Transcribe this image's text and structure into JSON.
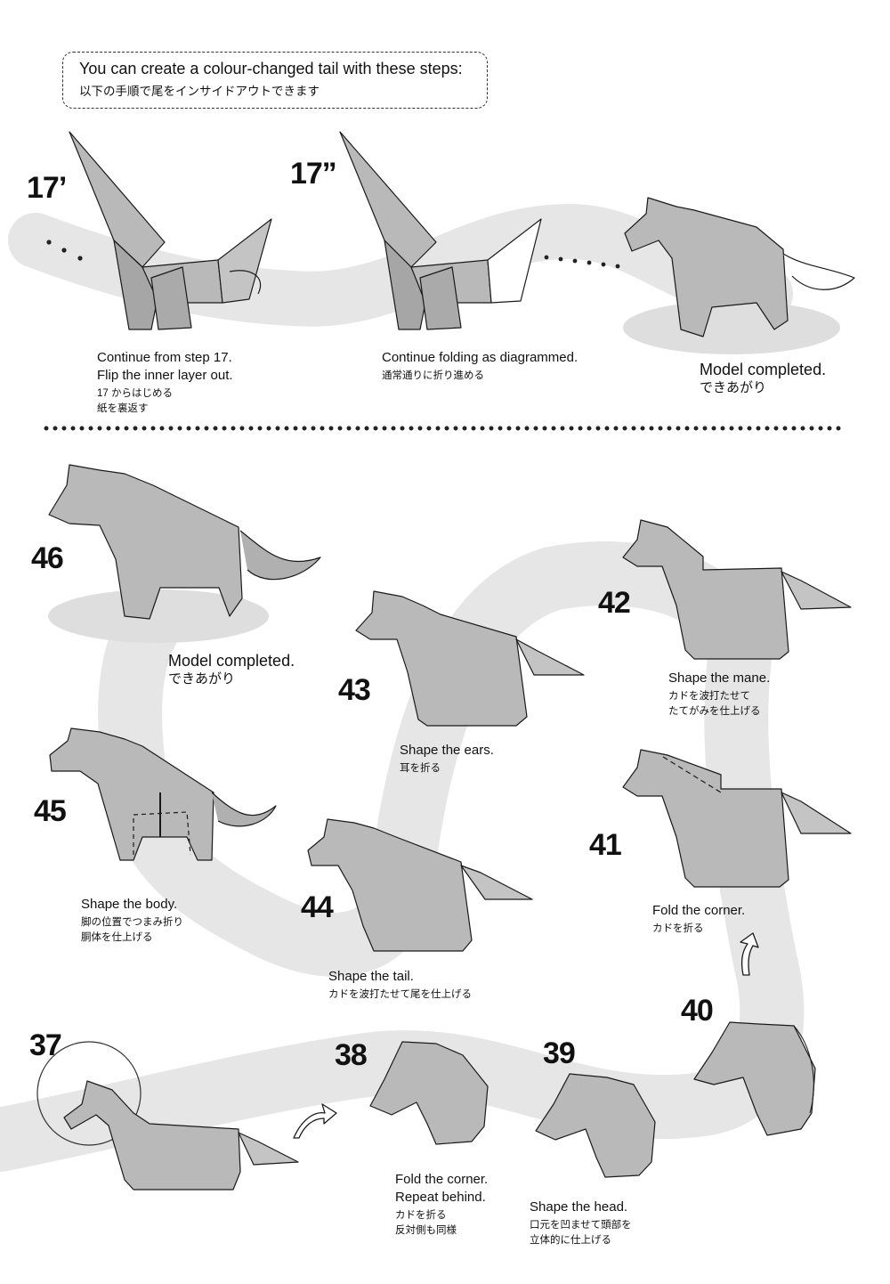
{
  "intro": {
    "line_en": "You can create a colour-changed tail with these steps:",
    "line_jp": "以下の手順で尾をインサイドアウトできます"
  },
  "steps": {
    "s17a": {
      "number": "17’",
      "en1": "Continue from step 17.",
      "en2": "Flip the inner layer out.",
      "jp1": "17 からはじめる",
      "jp2": "紙を裏返す"
    },
    "s17b": {
      "number": "17’’",
      "en1": "Continue folding as diagrammed.",
      "jp1": "通常通りに折り進める"
    },
    "done_top": {
      "en1": "Model completed.",
      "jp1": "できあがり"
    },
    "s46": {
      "number": "46",
      "en1": "Model completed.",
      "jp1": "できあがり"
    },
    "s45": {
      "number": "45",
      "en1": "Shape the body.",
      "jp1": "脚の位置でつまみ折り",
      "jp2": "胴体を仕上げる"
    },
    "s44": {
      "number": "44",
      "en1": "Shape the tail.",
      "jp1": "カドを波打たせて尾を仕上げる"
    },
    "s43": {
      "number": "43",
      "en1": "Shape the ears.",
      "jp1": "耳を折る"
    },
    "s42": {
      "number": "42",
      "en1": "Shape the mane.",
      "jp1": "カドを波打たせて",
      "jp2": "たてがみを仕上げる"
    },
    "s41": {
      "number": "41",
      "en1": "Fold the corner.",
      "jp1": "カドを折る"
    },
    "s40": {
      "number": "40"
    },
    "s39": {
      "number": "39",
      "en1": "Shape the head.",
      "jp1": "口元を凹ませて頭部を",
      "jp2": "立体的に仕上げる"
    },
    "s38": {
      "number": "38",
      "en1": "Fold the corner.",
      "en2": "Repeat behind.",
      "jp1": "カドを折る",
      "jp2": "反対側も同様"
    },
    "s37": {
      "number": "37"
    }
  },
  "colors": {
    "paper": "#b9b9b9",
    "paper_dark": "#8f8f8f",
    "path": "#e6e6e6",
    "shadow": "#dedede",
    "line": "#1a1a1a"
  }
}
